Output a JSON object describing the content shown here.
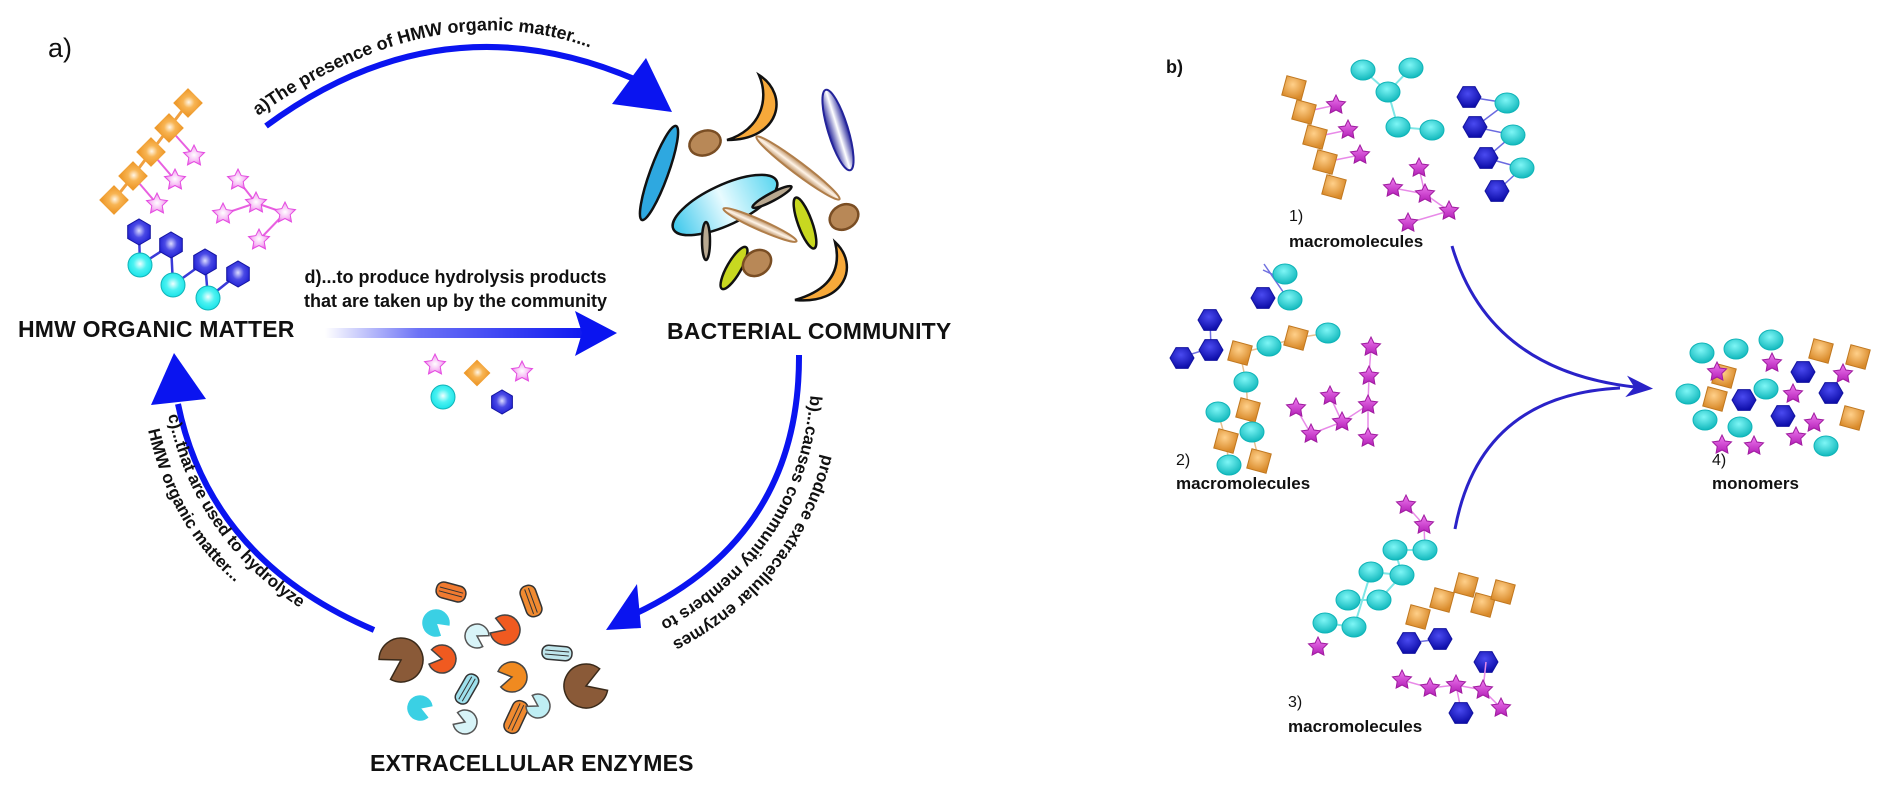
{
  "panel_a": {
    "tag": "a)",
    "nodes": {
      "hmw": "HMW ORGANIC MATTER",
      "bacteria": "BACTERIAL COMMUNITY",
      "enzymes": "EXTRACELLULAR ENZYMES"
    },
    "steps": {
      "a": "a)The presence of HMW organic matter....",
      "b_line1": "b)...causes community members to",
      "b_line2": "produce extracellular enzymes",
      "c_line1": "c)...that are used to hydrolyze",
      "c_line2": "HMW organic matter...",
      "d_line1": "d)...to produce hydrolysis products",
      "d_line2": "that are taken up by the community"
    }
  },
  "panel_b": {
    "tag": "b)",
    "groups": [
      {
        "number": "1)",
        "label": "macromolecules"
      },
      {
        "number": "2)",
        "label": "macromolecules"
      },
      {
        "number": "3)",
        "label": "macromolecules"
      },
      {
        "number": "4)",
        "label": "monomers"
      }
    ]
  },
  "legend_colors": {
    "arrow": "#0a14f0",
    "arrow_b": "#2a22c8",
    "square": "#f5a640",
    "star": "#ea5ce6",
    "hexagon": "#1c1ccf",
    "circle": "#22e0e0"
  }
}
